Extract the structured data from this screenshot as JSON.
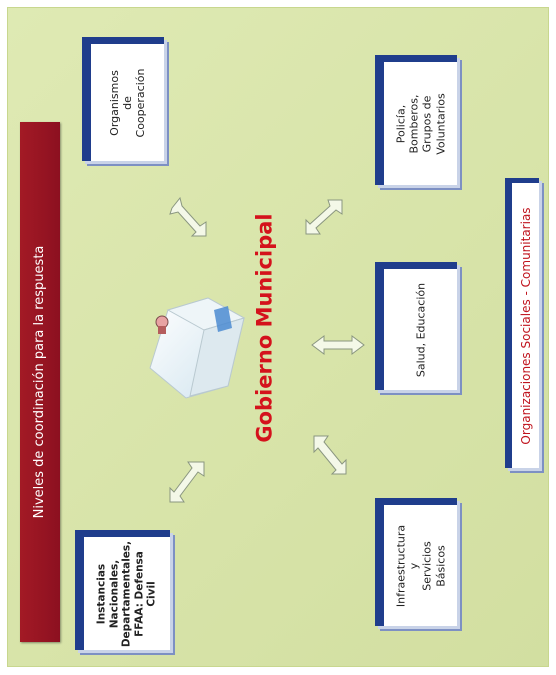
{
  "banner": {
    "text": "Niveles de coordinación para la respuesta"
  },
  "center": {
    "label": "Gobierno Municipal"
  },
  "boxes": {
    "organismos": "Organismos de\nCooperación",
    "policia": "Policía, Bomberos,\nGrupos de\nVoluntarios",
    "salud": "Salud, Educación",
    "infraestructura": "Infraestructura y\nServicios Básicos",
    "instancias": "Instancias\nNacionales,\nDepartamentales,\nFFAA: Defensa\nCivil"
  },
  "organizaciones": {
    "text": "Organizaciones Sociales - Comunitarias"
  },
  "colors": {
    "background": "#d9e6a6",
    "banner": "#a31a25",
    "center_text": "#d4121c",
    "box_border": "#1f3d8c"
  }
}
